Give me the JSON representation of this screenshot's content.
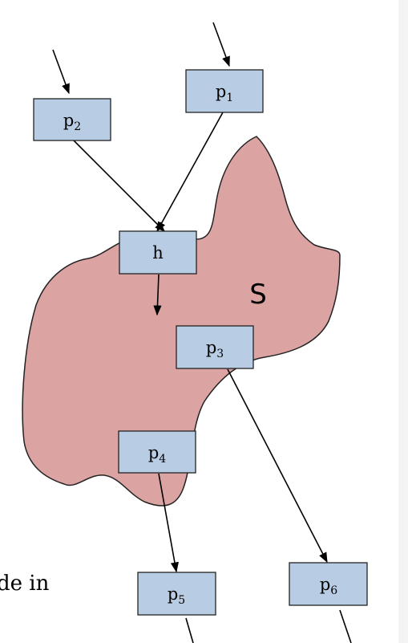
{
  "diagram": {
    "region": {
      "label": "S",
      "fill": "#dca3a3",
      "stroke": "#222222"
    },
    "node_style": {
      "fill": "#b8cce4",
      "stroke": "#222222"
    },
    "nodes": [
      {
        "id": "p1",
        "base": "p",
        "sub": "1"
      },
      {
        "id": "p2",
        "base": "p",
        "sub": "2"
      },
      {
        "id": "h",
        "base": "h",
        "sub": ""
      },
      {
        "id": "p3",
        "base": "p",
        "sub": "3"
      },
      {
        "id": "p4",
        "base": "p",
        "sub": "4"
      },
      {
        "id": "p5",
        "base": "p",
        "sub": "5"
      },
      {
        "id": "p6",
        "base": "p",
        "sub": "6"
      }
    ],
    "edges": [
      {
        "from": "p2",
        "to": "h"
      },
      {
        "from": "p1",
        "to": "h"
      },
      {
        "from": "p3",
        "to": "p6"
      },
      {
        "from": "p4",
        "to": "p5"
      }
    ],
    "cut_off_text": "de in"
  }
}
